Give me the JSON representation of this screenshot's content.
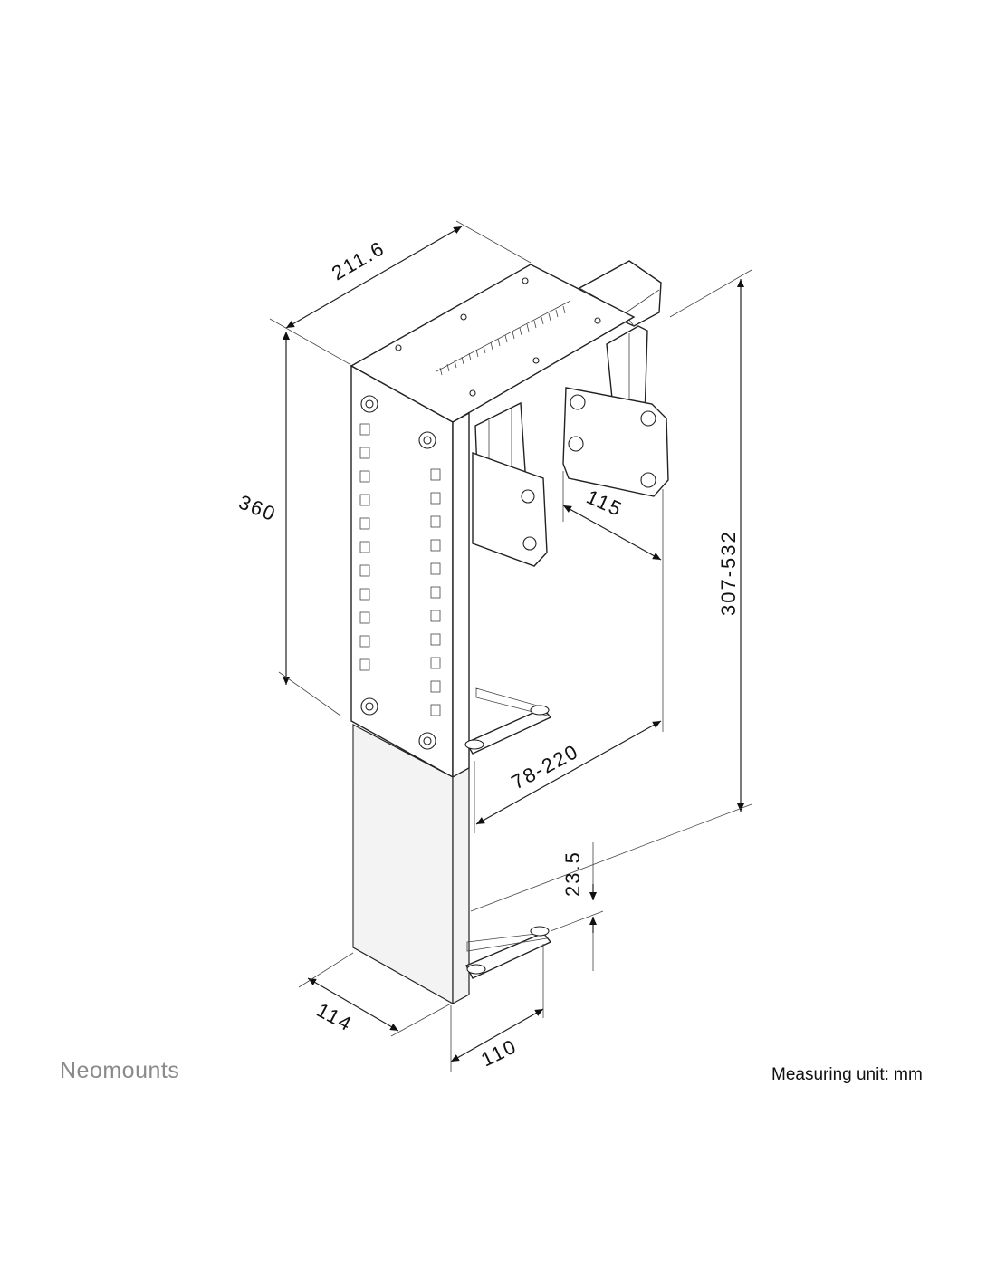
{
  "brand": "Neomounts",
  "measuring_unit": "Measuring unit: mm",
  "dimensions": {
    "top_depth": "211.6",
    "top_height": "360",
    "plate_spacing": "115",
    "overall_height": "307-532",
    "width_range": "78-220",
    "foot_height": "23.5",
    "bottom_depth": "114",
    "bottom_width": "110"
  }
}
